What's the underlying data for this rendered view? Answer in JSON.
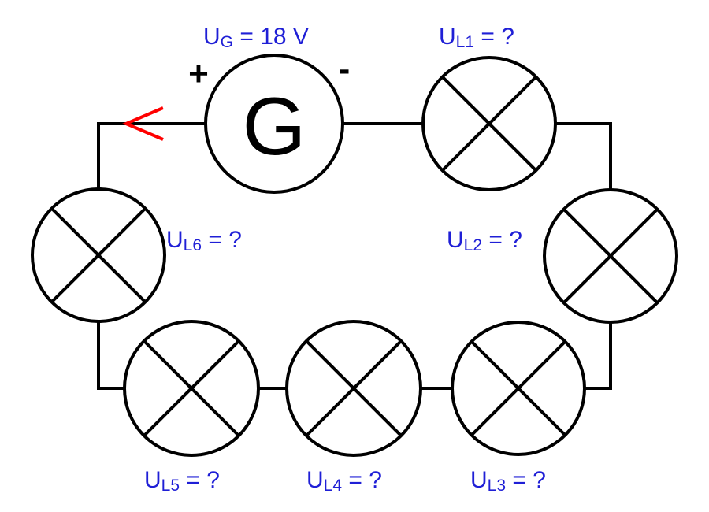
{
  "generator": {
    "symbol": "G",
    "plus": "+",
    "minus": "-",
    "label": {
      "main": "U",
      "sub": "G",
      "rest": " = 18 V"
    }
  },
  "lamps": [
    {
      "id": "L1",
      "label": {
        "main": "U",
        "sub": "L1",
        "rest": " = ?"
      }
    },
    {
      "id": "L2",
      "label": {
        "main": "U",
        "sub": "L2",
        "rest": " = ?"
      }
    },
    {
      "id": "L3",
      "label": {
        "main": "U",
        "sub": "L3",
        "rest": " = ?"
      }
    },
    {
      "id": "L4",
      "label": {
        "main": "U",
        "sub": "L4",
        "rest": " = ?"
      }
    },
    {
      "id": "L5",
      "label": {
        "main": "U",
        "sub": "L5",
        "rest": " = ?"
      }
    },
    {
      "id": "L6",
      "label": {
        "main": "U",
        "sub": "L6",
        "rest": " = ?"
      }
    }
  ],
  "colors": {
    "label": "#1f1fd6",
    "arrow": "#ff0000",
    "wire": "#000000"
  }
}
